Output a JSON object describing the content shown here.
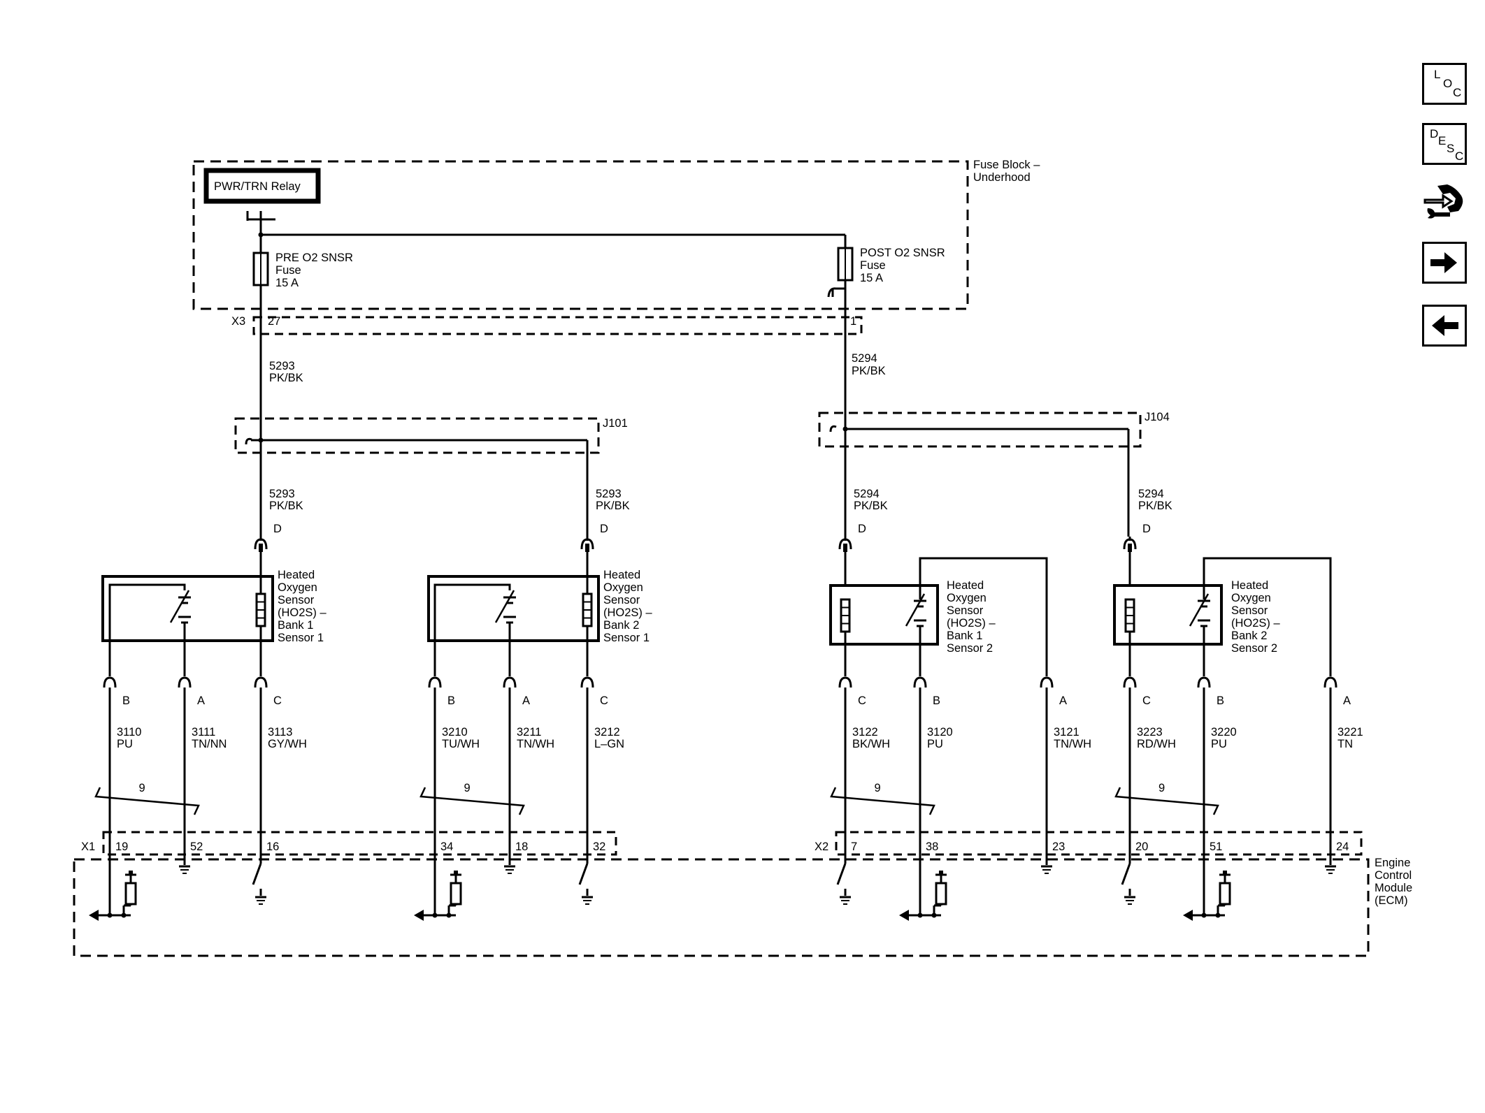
{
  "fuse_block": {
    "relay_label": "PWR/TRN Relay",
    "title_line1": "Fuse Block –",
    "title_line2": "Underhood",
    "fuse_left": [
      "PRE O2 SNSR",
      "Fuse",
      "15 A"
    ],
    "fuse_right": [
      "POST O2 SNSR",
      "Fuse",
      "15 A"
    ],
    "connector": "X3",
    "pin_left": "27",
    "pin_right": "1"
  },
  "feeds": {
    "left_circuit": [
      "5293",
      "PK/BK"
    ],
    "right_circuit": [
      "5294",
      "PK/BK"
    ]
  },
  "splices": {
    "left": "J101",
    "right": "J104"
  },
  "sensors": [
    {
      "name": [
        "Heated",
        "Oxygen",
        "Sensor",
        "(HO2S) –",
        "Bank 1",
        "Sensor 1"
      ],
      "feed": [
        "5293",
        "PK/BK"
      ],
      "feed_pin": "D",
      "pins": [
        "B",
        "A",
        "C"
      ],
      "circuits": [
        [
          "3110",
          "PU"
        ],
        [
          "3111",
          "TN/NN"
        ],
        [
          "3113",
          "GY/WH"
        ]
      ],
      "twist": "9",
      "ecm_pins": [
        "19",
        "52",
        "16"
      ]
    },
    {
      "name": [
        "Heated",
        "Oxygen",
        "Sensor",
        "(HO2S) –",
        "Bank 2",
        "Sensor 1"
      ],
      "feed": [
        "5293",
        "PK/BK"
      ],
      "feed_pin": "D",
      "pins": [
        "B",
        "A",
        "C"
      ],
      "circuits": [
        [
          "3210",
          "TU/WH"
        ],
        [
          "3211",
          "TN/WH"
        ],
        [
          "3212",
          "L–GN"
        ]
      ],
      "twist": "9",
      "ecm_pins": [
        "34",
        "18",
        "32"
      ]
    },
    {
      "name": [
        "Heated",
        "Oxygen",
        "Sensor",
        "(HO2S) –",
        "Bank 1",
        "Sensor 2"
      ],
      "feed": [
        "5294",
        "PK/BK"
      ],
      "feed_pin": "D",
      "pins": [
        "C",
        "B",
        "A"
      ],
      "circuits": [
        [
          "3122",
          "BK/WH"
        ],
        [
          "3120",
          "PU"
        ],
        [
          "3121",
          "TN/WH"
        ]
      ],
      "twist": "9",
      "ecm_pins": [
        "7",
        "38",
        "23"
      ]
    },
    {
      "name": [
        "Heated",
        "Oxygen",
        "Sensor",
        "(HO2S) –",
        "Bank 2",
        "Sensor 2"
      ],
      "feed": [
        "5294",
        "PK/BK"
      ],
      "feed_pin": "D",
      "pins": [
        "C",
        "B",
        "A"
      ],
      "circuits": [
        [
          "3223",
          "RD/WH"
        ],
        [
          "3220",
          "PU"
        ],
        [
          "3221",
          "TN"
        ]
      ],
      "twist": "9",
      "ecm_pins": [
        "20",
        "51",
        "24"
      ]
    }
  ],
  "ecm": {
    "connector_left": "X1",
    "connector_right": "X2",
    "title": [
      "Engine",
      "Control",
      "Module",
      "(ECM)"
    ]
  },
  "nav": {
    "loc": [
      "L",
      "O",
      "C"
    ],
    "desc": [
      "D",
      "E",
      "S",
      "C"
    ],
    "icons": [
      "connector-view-icon",
      "next-arrow-icon",
      "previous-arrow-icon"
    ]
  }
}
